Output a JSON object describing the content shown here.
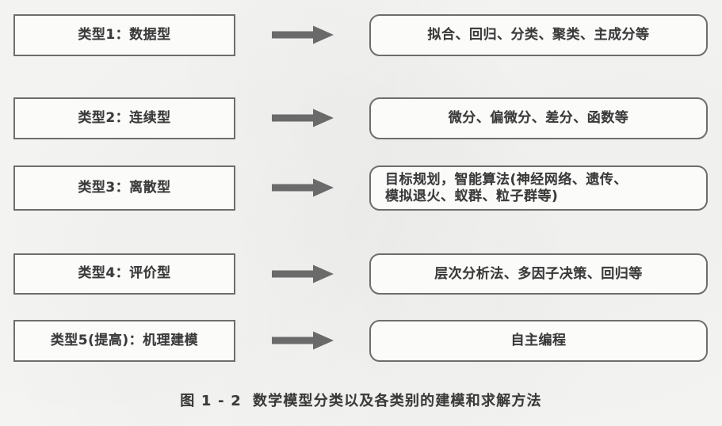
{
  "page": {
    "background_color": "#f7f7f5",
    "box_border_color": "#6d6d6d",
    "text_color": "#3a3a3a",
    "arrow_color": "#6a6a6a"
  },
  "diagram": {
    "type": "flowchart",
    "arrow_icon": "right-arrow-icon",
    "rows": [
      {
        "category": "类型1：数据型",
        "methods": "拟合、回归、分类、聚类、主成分等",
        "multiline": false
      },
      {
        "category": "类型2：连续型",
        "methods": "微分、偏微分、差分、函数等",
        "multiline": false
      },
      {
        "category": "类型3：离散型",
        "methods": "目标规划，智能算法(神经网络、遗传、\n模拟退火、蚁群、粒子群等)",
        "multiline": true
      },
      {
        "category": "类型4：评价型",
        "methods": "层次分析法、多因子决策、回归等",
        "multiline": false
      },
      {
        "category": "类型5(提高)：机理建模",
        "methods": "自主编程",
        "multiline": false
      }
    ]
  },
  "caption": {
    "figure_number": "图 1 - 2",
    "title": "数学模型分类以及各类别的建模和求解方法"
  }
}
